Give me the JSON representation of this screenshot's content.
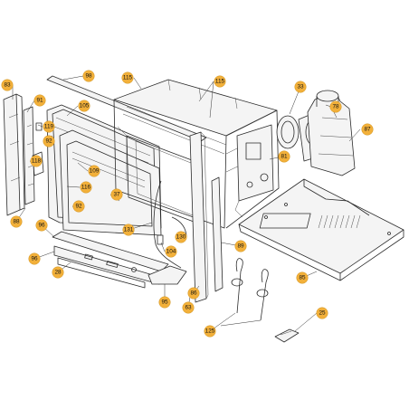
{
  "diagram": {
    "callouts": [
      {
        "id": "c83",
        "label": "83"
      },
      {
        "id": "c98",
        "label": "98"
      },
      {
        "id": "c115a",
        "label": "115"
      },
      {
        "id": "c115b",
        "label": "115"
      },
      {
        "id": "c33",
        "label": "33"
      },
      {
        "id": "c78",
        "label": "78"
      },
      {
        "id": "c87",
        "label": "87"
      },
      {
        "id": "c91",
        "label": "91"
      },
      {
        "id": "c105",
        "label": "105"
      },
      {
        "id": "c119",
        "label": "119"
      },
      {
        "id": "c92a",
        "label": "92"
      },
      {
        "id": "c118",
        "label": "118"
      },
      {
        "id": "c109",
        "label": "109"
      },
      {
        "id": "c116",
        "label": "116"
      },
      {
        "id": "c37",
        "label": "37"
      },
      {
        "id": "c92b",
        "label": "92"
      },
      {
        "id": "c88",
        "label": "88"
      },
      {
        "id": "c96a",
        "label": "96"
      },
      {
        "id": "c96b",
        "label": "96"
      },
      {
        "id": "c28",
        "label": "28"
      },
      {
        "id": "c131",
        "label": "131"
      },
      {
        "id": "c104",
        "label": "104"
      },
      {
        "id": "c130",
        "label": "130"
      },
      {
        "id": "c81",
        "label": "81"
      },
      {
        "id": "c89",
        "label": "89"
      },
      {
        "id": "c85",
        "label": "85"
      },
      {
        "id": "c95",
        "label": "95"
      },
      {
        "id": "c86",
        "label": "86"
      },
      {
        "id": "c63",
        "label": "63"
      },
      {
        "id": "c125",
        "label": "125"
      },
      {
        "id": "c25",
        "label": "25"
      }
    ]
  }
}
